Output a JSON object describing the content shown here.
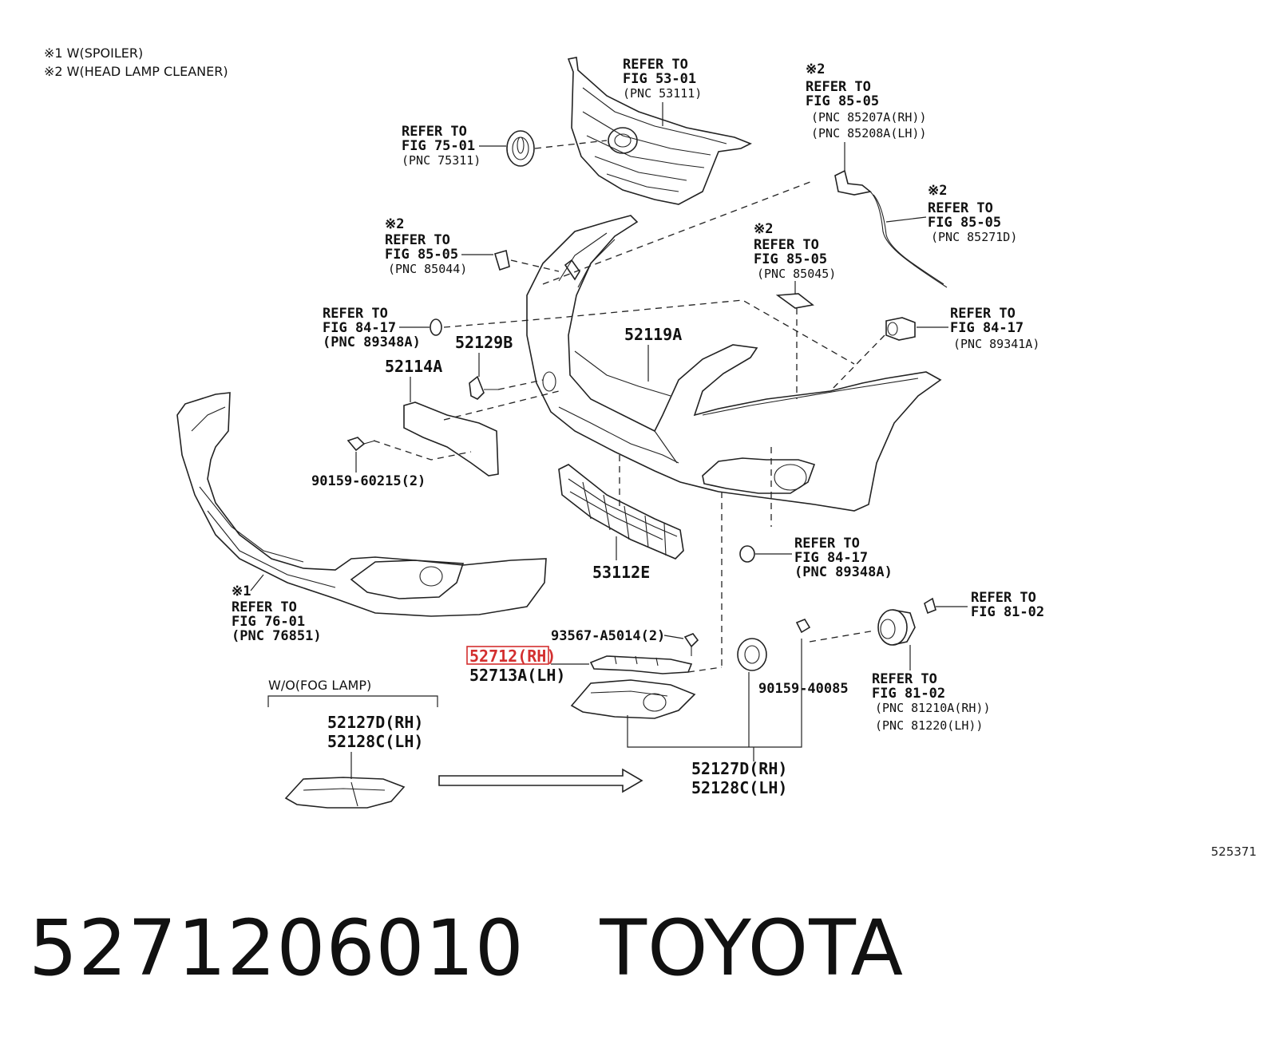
{
  "notes": [
    "※1 W(SPOILER)",
    "※2 W(HEAD LAMP CLEANER)"
  ],
  "callouts": {
    "grille": [
      "REFER TO",
      "FIG 53-01",
      "(PNC 53111)"
    ],
    "emblem": [
      "REFER TO",
      "FIG 75-01",
      "(PNC 75311)"
    ],
    "washer_nozzle": [
      "※2",
      "REFER TO",
      "FIG 85-05",
      "(PNC 85207A(RH))",
      "(PNC 85208A(LH))"
    ],
    "washer_hose": [
      "※2",
      "REFER TO",
      "FIG 85-05",
      "(PNC 85271D)"
    ],
    "bracket_85044": [
      "※2",
      "REFER TO",
      "FIG 85-05",
      "(PNC 85044)"
    ],
    "bracket_85045": [
      "※2",
      "REFER TO",
      "FIG 85-05",
      "(PNC 85045)"
    ],
    "clip_left": [
      "REFER TO",
      "FIG 84-17",
      "(PNC 89348A)"
    ],
    "sensor_right": [
      "REFER TO",
      "FIG 84-17",
      "(PNC 89341A)"
    ],
    "clip_lower": [
      "REFER TO",
      "FIG 84-17",
      "(PNC 89348A)"
    ],
    "spoiler": [
      "※1",
      "REFER TO",
      "FIG 76-01",
      "(PNC 76851)"
    ],
    "fog_bulb": [
      "REFER TO",
      "FIG 81-02"
    ],
    "fog_lamp": [
      "REFER TO",
      "FIG 81-02",
      "(PNC 81210A(RH))",
      "(PNC 81220(LH))"
    ]
  },
  "parts": {
    "p52119A": "52119A",
    "p52129B": "52129B",
    "p52114A": "52114A",
    "p90159_60215": "90159-60215(2)",
    "p53112E": "53112E",
    "p93567": "93567-A5014(2)",
    "p52712": "52712(RH)",
    "p52713A": "52713A(LH)",
    "p90159_40085": "90159-40085",
    "cover_rh": "52127D(RH)",
    "cover_lh": "52128C(LH)",
    "wo_cover_rh": "52127D(RH)",
    "wo_cover_lh": "52128C(LH)"
  },
  "wo_fog_lamp_label": "W/O(FOG LAMP)",
  "highlight_color": "#d32f2f",
  "figure_code": "525371",
  "footer": {
    "part_number": "5271206010",
    "brand": "TOYOTA"
  }
}
